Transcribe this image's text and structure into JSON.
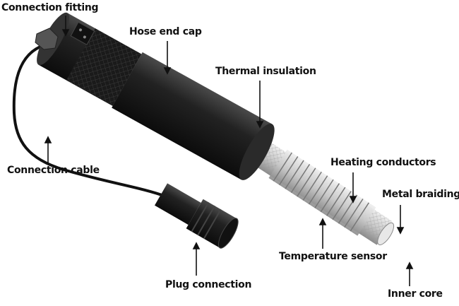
{
  "labels": {
    "connection_fitting": "Connection fitting",
    "hose_end_cap": "Hose end cap",
    "thermal_insulation": "Thermal insulation",
    "connection_cable": "Connection cable",
    "heating_conductors": "Heating conductors",
    "metal_braiding": "Metal braiding",
    "temperature_sensor": "Temperature sensor",
    "plug_connection": "Plug connection",
    "inner_core": "Inner core"
  },
  "colors": {
    "body": "#1c1c1c",
    "tube": "#cfcfcf",
    "text": "#111111"
  }
}
